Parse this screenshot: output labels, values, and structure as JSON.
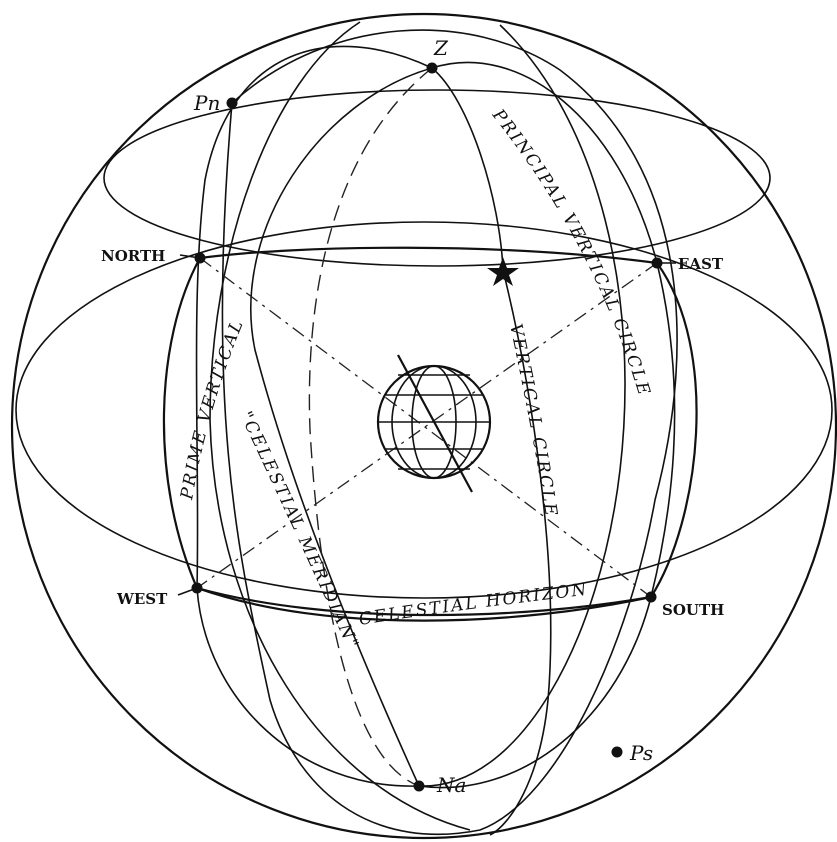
{
  "labels": {
    "zenith": "Z",
    "nadir": "Na",
    "north_pole": "Pn",
    "south_pole": "Ps",
    "north": "NORTH",
    "east": "EAST",
    "west": "WEST",
    "south": "SOUTH",
    "principal_vertical_circle": "PRINCIPAL VERTICAL CIRCLE",
    "prime_vertical": "PRIME VERTICAL",
    "celestial_meridian": "\"CELESTIAL MERIDIAN\"",
    "vertical_circle": "VERTICAL CIRCLE",
    "celestial_horizon": "CELESTIAL HORIZON"
  },
  "colors": {
    "ink": "#111111",
    "paper": "#ffffff"
  }
}
